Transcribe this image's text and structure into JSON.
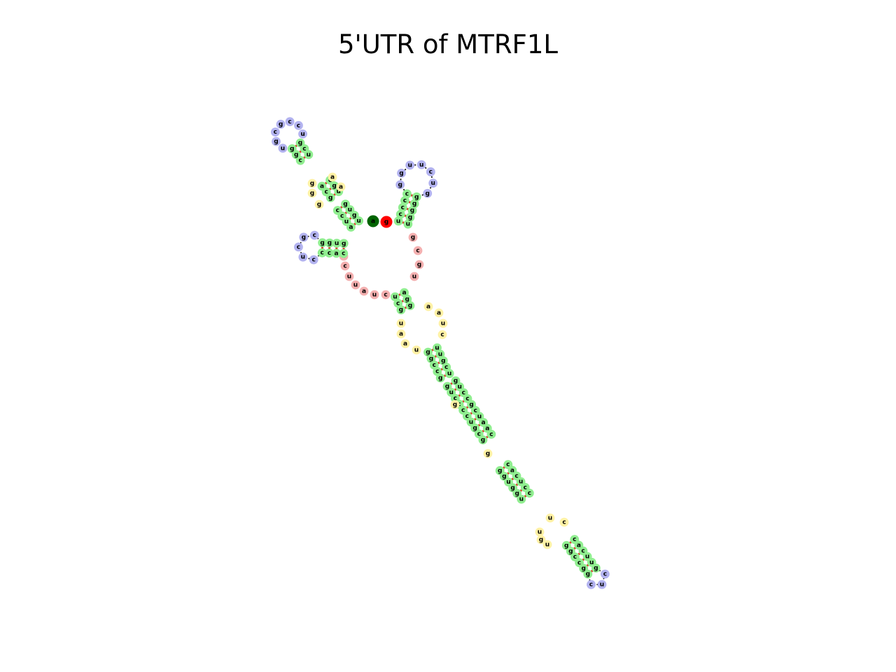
{
  "title": "5'UTR of MTRF1L",
  "colors": {
    "stem": "#90ee90",
    "hairpin_loop": "#b3b3f0",
    "interior_loop": "#fff2a6",
    "multi_loop": "#f4b0b0",
    "five_prime_end": "#006400",
    "three_prime_end": "#ff0000",
    "pair_bond": "#e22a1e",
    "backbone": "#000000"
  },
  "stems": [
    {
      "name": "stem-1",
      "strand_5": [
        "u",
        "g",
        "u",
        "g"
      ],
      "strand_3": [
        "c",
        "c",
        "u",
        "a"
      ]
    },
    {
      "name": "stem-2",
      "strand_5": [
        "u",
        "g",
        "c"
      ],
      "strand_3": [
        "a",
        "c",
        "g"
      ]
    },
    {
      "name": "stem-3",
      "strand_5": [
        "u",
        "c",
        "g"
      ],
      "strand_3": [
        "g",
        "g",
        "c"
      ]
    },
    {
      "name": "stem-4",
      "strand_5": [
        "g",
        "u",
        "g",
        "g"
      ],
      "strand_3": [
        "c",
        "c",
        "a",
        "c"
      ]
    },
    {
      "name": "stem-5",
      "strand_5": [
        "u",
        "g",
        "g",
        "g",
        "g"
      ],
      "strand_3": [
        "c",
        "c",
        "c",
        "c",
        "u"
      ]
    },
    {
      "name": "stem-6",
      "strand_5": [
        "u",
        "c",
        "g"
      ],
      "strand_3": [
        "g",
        "g",
        "a"
      ]
    },
    {
      "name": "stem-7",
      "strand_5": [
        "g",
        "g",
        "c",
        "c",
        "g"
      ],
      "strand_3": [
        "u",
        "c",
        "g",
        "u",
        "u"
      ]
    },
    {
      "name": "stem-8",
      "strand_5": [
        "g",
        "u",
        "c",
        "c",
        "c",
        "c",
        "u",
        "g",
        "c",
        "g"
      ],
      "strand_3": [
        "c",
        "a",
        "a",
        "u",
        "c",
        "g",
        "c",
        "c",
        "u",
        "g"
      ]
    },
    {
      "name": "stem-9",
      "strand_5": [
        "g",
        "g",
        "u",
        "g",
        "g",
        "u"
      ],
      "strand_3": [
        "c",
        "c",
        "u",
        "c",
        "a",
        "c"
      ]
    },
    {
      "name": "stem-10",
      "strand_5": [
        "g",
        "g",
        "c",
        "c",
        "g",
        "g"
      ],
      "strand_3": [
        "g",
        "u",
        "u",
        "c",
        "a",
        "c"
      ]
    }
  ],
  "loops": {
    "multi_loop": [
      "g",
      "c",
      "g",
      "u",
      "c",
      "u",
      "a",
      "u",
      "u",
      "c",
      "c"
    ],
    "hairpin_1": [
      "u",
      "c",
      "c",
      "g",
      "c",
      "g",
      "u"
    ],
    "hairpin_2": [
      "g",
      "u",
      "c",
      "u",
      "u",
      "g",
      "g"
    ],
    "hairpin_3": [
      "c",
      "g",
      "c",
      "u",
      "c"
    ],
    "hairpin_4": [
      "c",
      "u",
      "c"
    ],
    "interior_1": [
      "a",
      "a",
      "c",
      "g",
      "g"
    ],
    "interior_2": [
      "a",
      "a",
      "u",
      "c",
      "u",
      "a",
      "a",
      "u"
    ],
    "interior_3": [
      "u",
      "c",
      "u",
      "g",
      "u"
    ]
  },
  "ends": {
    "five_prime": "a",
    "three_prime": "g"
  }
}
